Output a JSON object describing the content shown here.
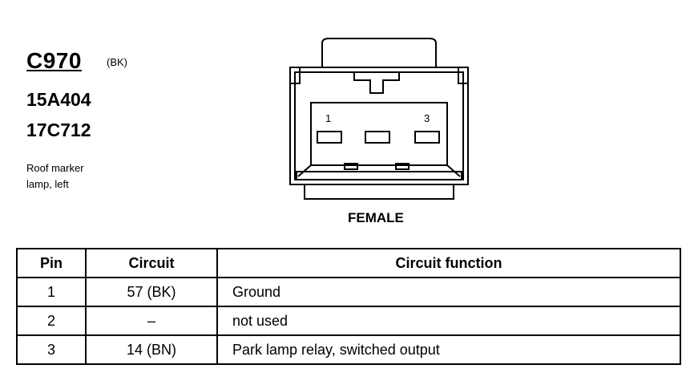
{
  "connector": {
    "id": "C970",
    "color": "(BK)",
    "part_numbers": [
      "15A404",
      "17C712"
    ],
    "description_line1": "Roof marker",
    "description_line2": "lamp, left"
  },
  "diagram": {
    "pin_label_left": "1",
    "pin_label_right": "3",
    "view_label": "FEMALE"
  },
  "table": {
    "headers": [
      "Pin",
      "Circuit",
      "Circuit function"
    ],
    "rows": [
      [
        "1",
        "57 (BK)",
        "Ground"
      ],
      [
        "2",
        "–",
        "not used"
      ],
      [
        "3",
        "14 (BN)",
        "Park lamp relay, switched output"
      ]
    ]
  }
}
